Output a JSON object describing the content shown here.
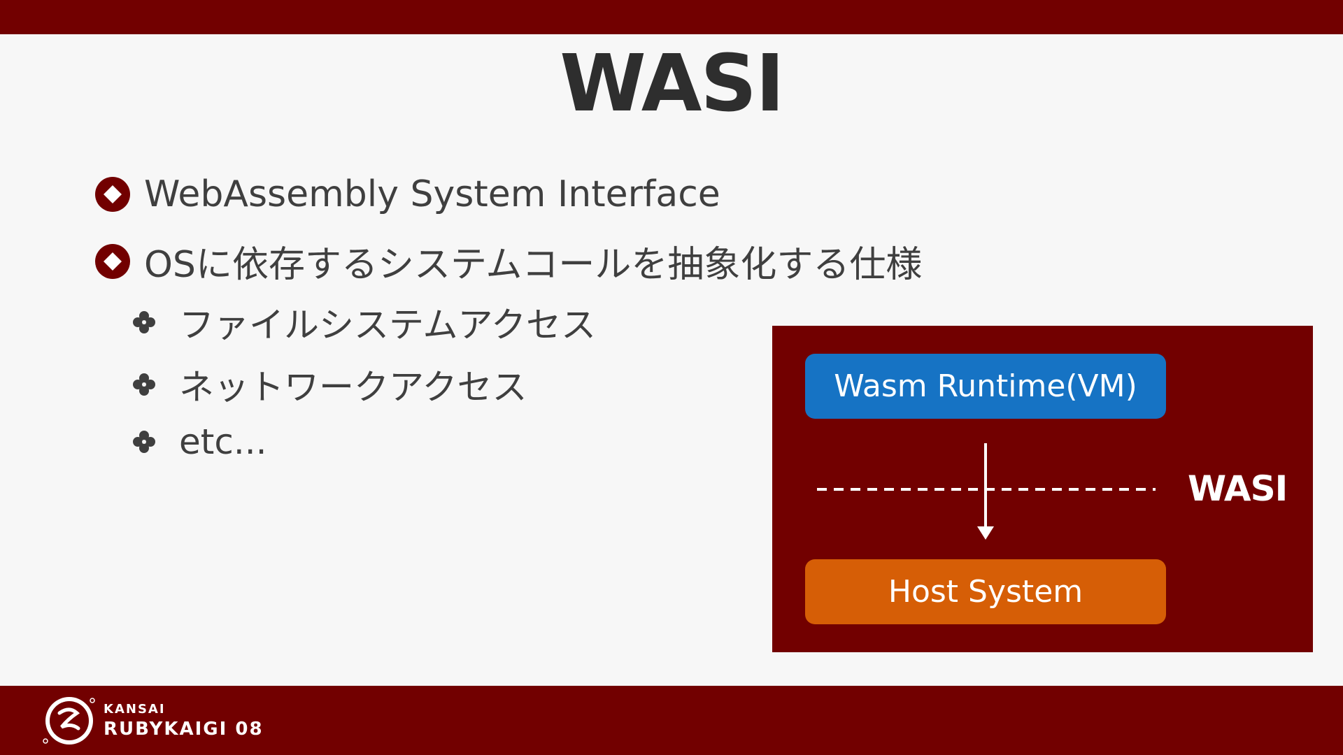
{
  "slide": {
    "title": "WASI",
    "bullets": [
      {
        "text": "WebAssembly System Interface"
      },
      {
        "text": "OSに依存するシステムコールを抽象化する仕様"
      }
    ],
    "sub_bullets": [
      {
        "text": "ファイルシステムアクセス"
      },
      {
        "text": "ネットワークアクセス"
      },
      {
        "text": "etc..."
      }
    ]
  },
  "diagram": {
    "top_box": "Wasm Runtime(VM)",
    "bottom_box": "Host System",
    "boundary_label": "WASI"
  },
  "footer": {
    "event_line1": "KANSAI",
    "event_line2": "RUBYKAIGI 08"
  },
  "colors": {
    "brand": "#720000",
    "runtime_box": "#1673c4",
    "host_box": "#d65e06",
    "background": "#f7f7f7"
  },
  "icons": {
    "bullet": "diamond-bullet-icon",
    "sub_bullet": "four-petal-clover-icon",
    "logo": "rubykaigi-logo"
  }
}
